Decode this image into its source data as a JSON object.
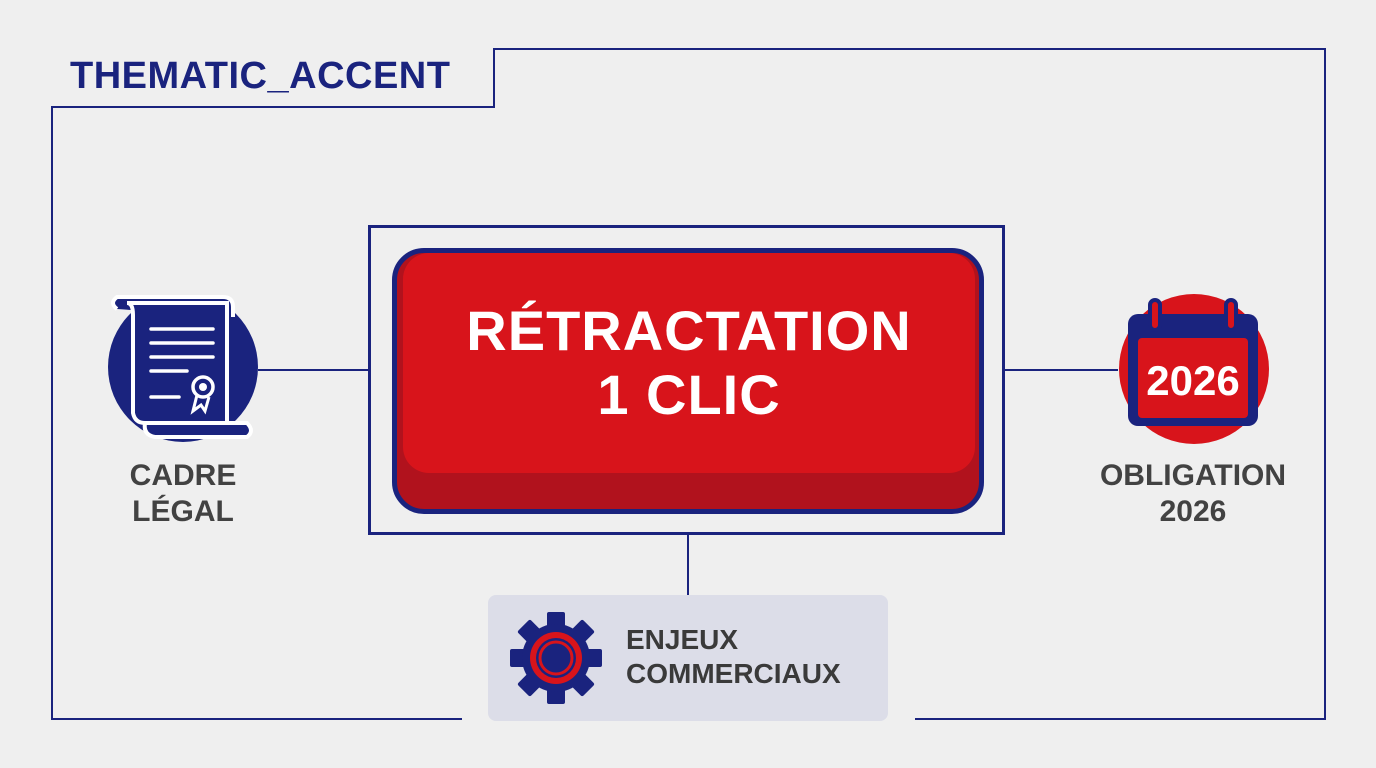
{
  "title": "THEMATIC_ACCENT",
  "center": {
    "line1": "RÉTRACTATION",
    "line2": "1 CLIC"
  },
  "left": {
    "icon": "legal-scroll-icon",
    "label_line1": "CADRE",
    "label_line2": "LÉGAL"
  },
  "right": {
    "icon": "calendar-icon",
    "calendar_text": "2026",
    "label_line1": "OBLIGATION",
    "label_line2": "2026"
  },
  "bottom": {
    "icon": "gear-icon",
    "label_line1": "ENJEUX",
    "label_line2": "COMMERCIAUX"
  },
  "colors": {
    "navy": "#1a237e",
    "red": "#d8141b",
    "dark_red": "#b1121d",
    "background": "#efefef",
    "card": "#dcdde8",
    "label_gray": "#424242"
  }
}
